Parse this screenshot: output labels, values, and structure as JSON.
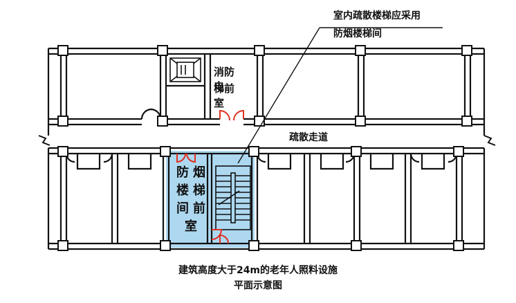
{
  "labels": {
    "annotation_line1": "室内疏散楼梯应采用",
    "annotation_line2": "防烟楼梯间",
    "fire_elevator_room_line1": "消防电",
    "fire_elevator_room_line2": "梯前室",
    "smoke_stair_lobby": [
      "防",
      "烟",
      "楼",
      "梯",
      "间",
      "前",
      "室"
    ],
    "corridor": "疏散走道"
  },
  "caption": {
    "line1": "建筑高度大于24m的老年人照料设施",
    "line2": "平面示意图"
  },
  "colors": {
    "lobby_fill": "#add8f0",
    "wall": "#111111",
    "door": "#e03020",
    "column_fill": "#ffffff"
  },
  "icons": [
    "elevator-icon",
    "stair-icon",
    "door-icon"
  ]
}
